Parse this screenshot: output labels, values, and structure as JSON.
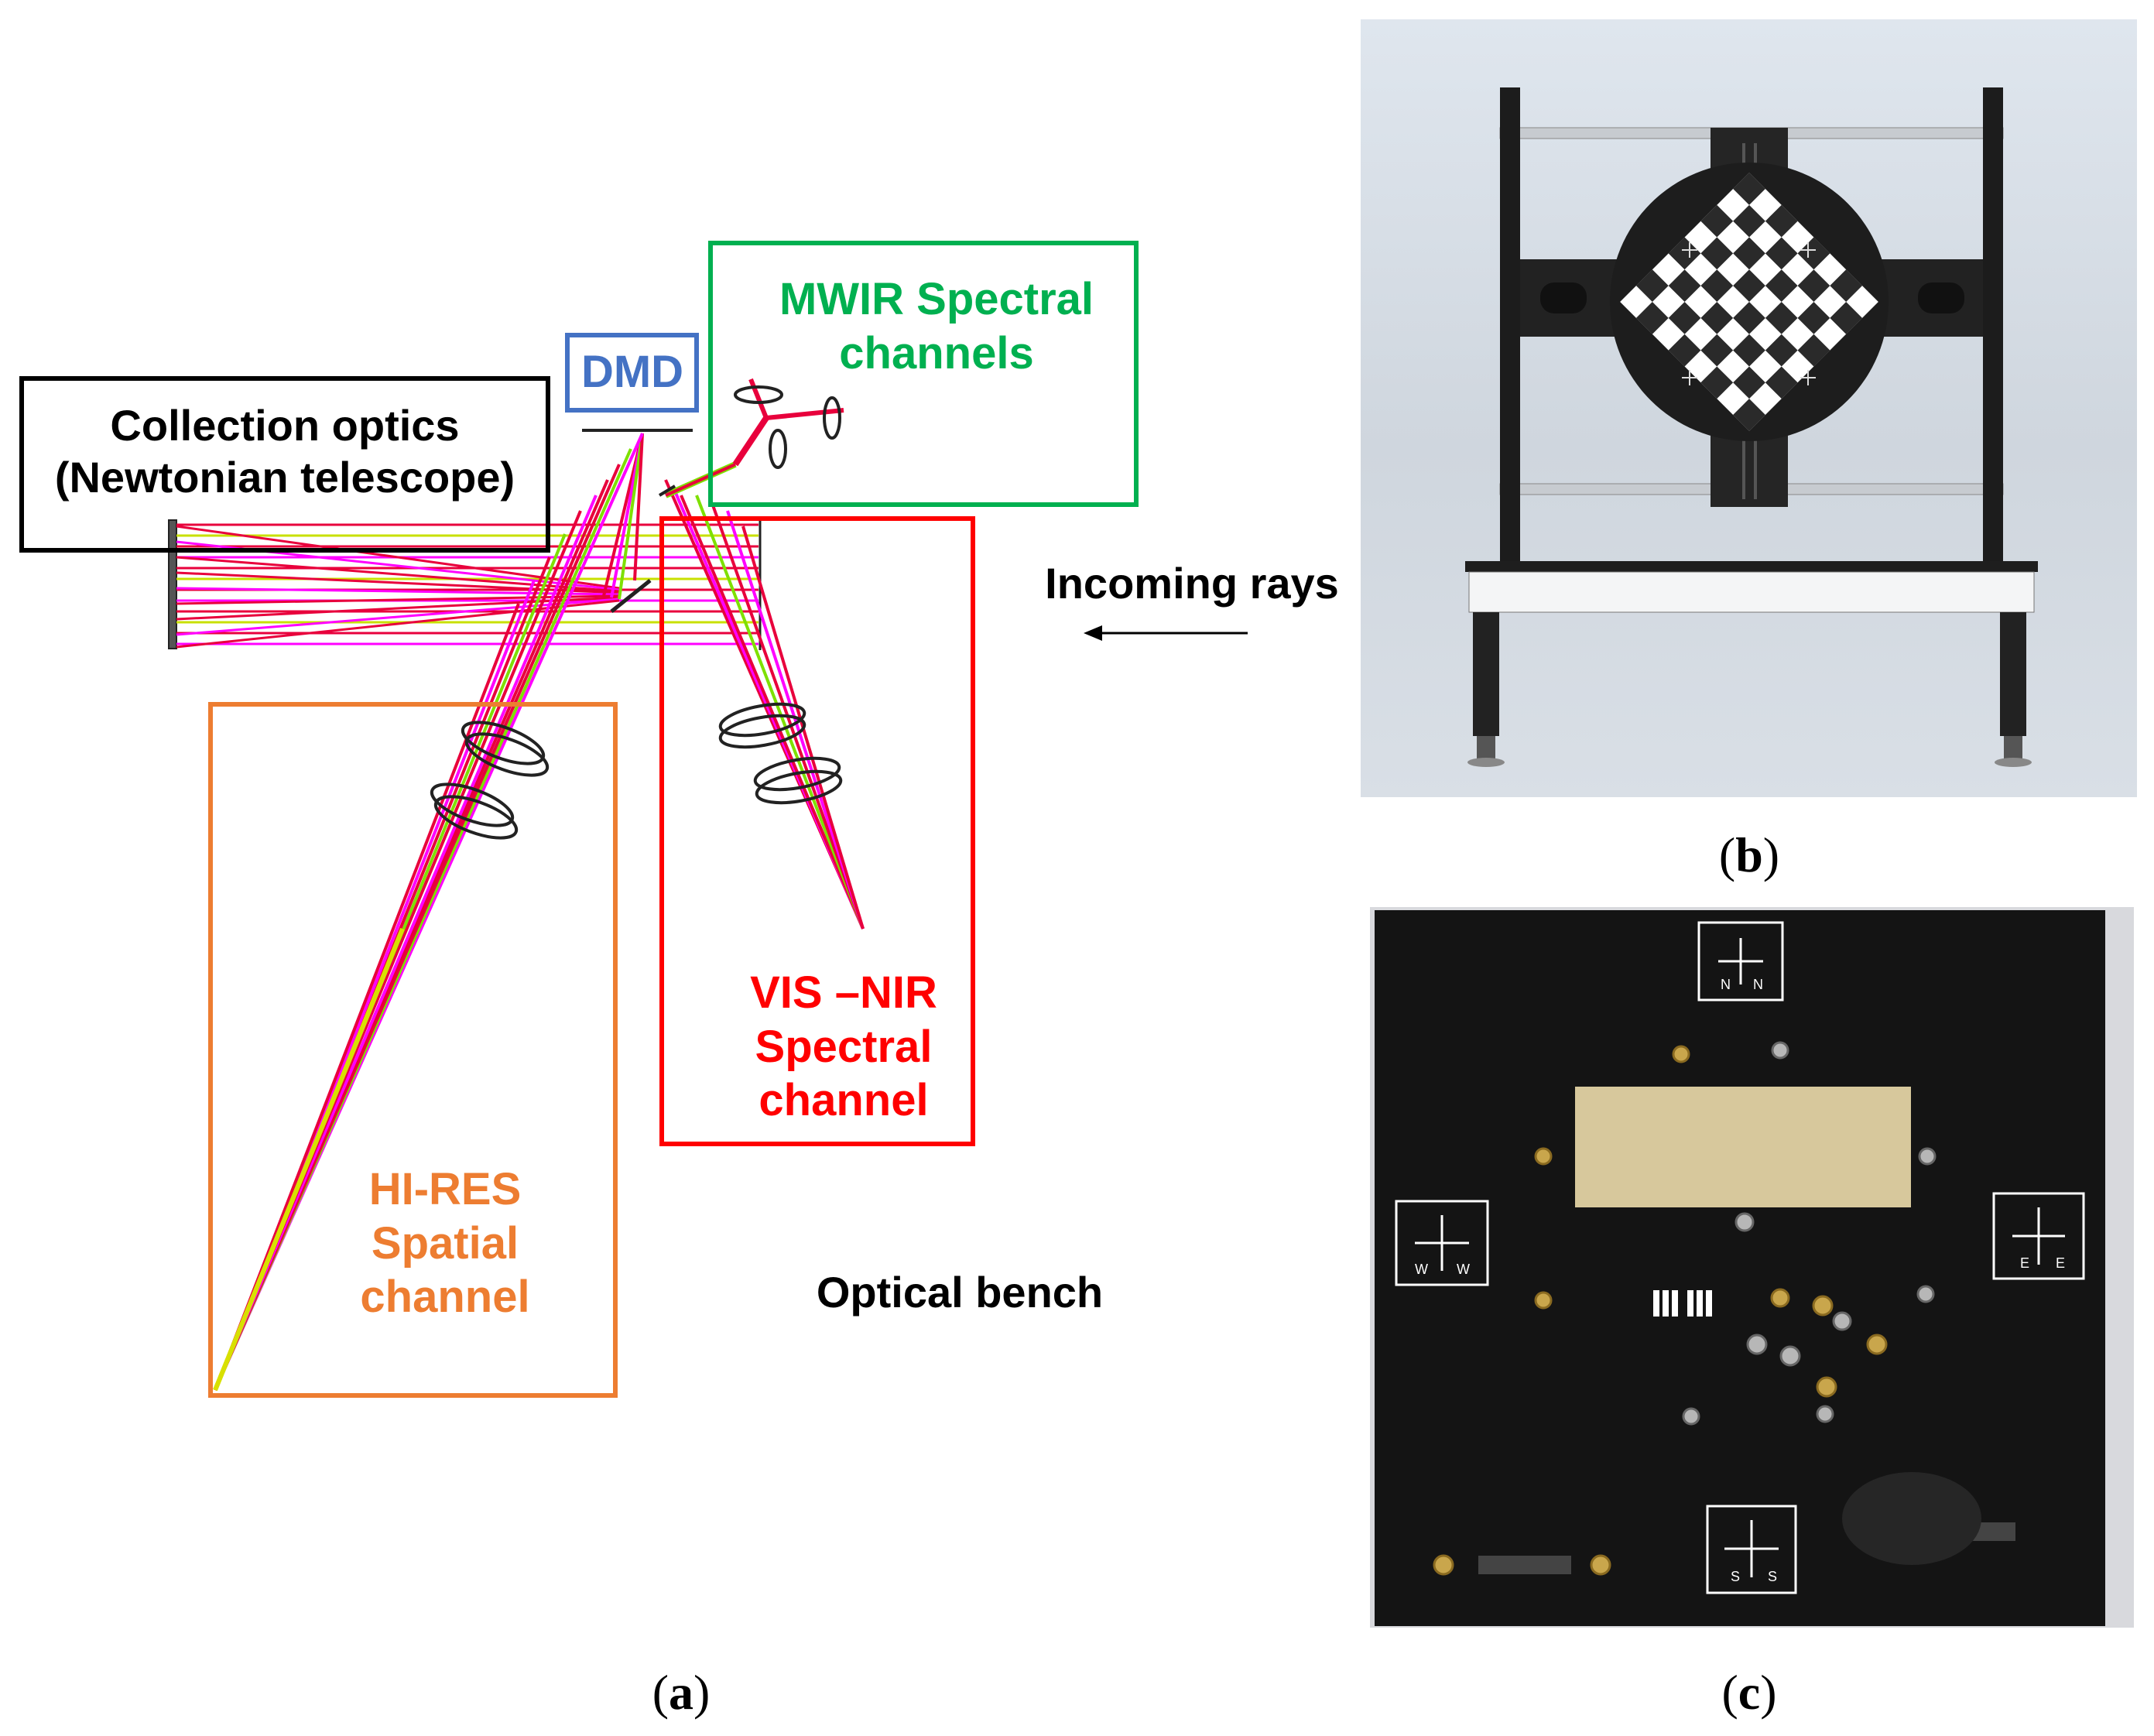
{
  "panel_a": {
    "labels": {
      "dmd": "DMD",
      "mwir": "MWIR Spectral\nchannels",
      "collection": "Collection optics\n(Newtonian telescope)",
      "visnir": "VIS –NIR\nSpectral\nchannel",
      "hires": "HI-RES\nSpatial\nchannel",
      "bench": "Optical bench",
      "incoming": "Incoming rays"
    },
    "colors": {
      "dmd_box": "#4472c4",
      "mwir_box": "#00b050",
      "visnir_box": "#ff0000",
      "hires_box": "#ed7d31",
      "collection_box": "#000000",
      "ray_red": "#e8003c",
      "ray_magenta": "#ff00ff",
      "ray_green": "#7ee000",
      "ray_yellow": "#d8e000"
    }
  },
  "panel_c": {
    "markers": [
      {
        "id": "north",
        "letters": [
          "N",
          "N"
        ]
      },
      {
        "id": "west",
        "letters": [
          "W",
          "W"
        ]
      },
      {
        "id": "east",
        "letters": [
          "E",
          "E"
        ]
      },
      {
        "id": "south",
        "letters": [
          "S",
          "S"
        ]
      }
    ]
  },
  "captions": {
    "a": "a",
    "b": "b",
    "c": "c"
  }
}
